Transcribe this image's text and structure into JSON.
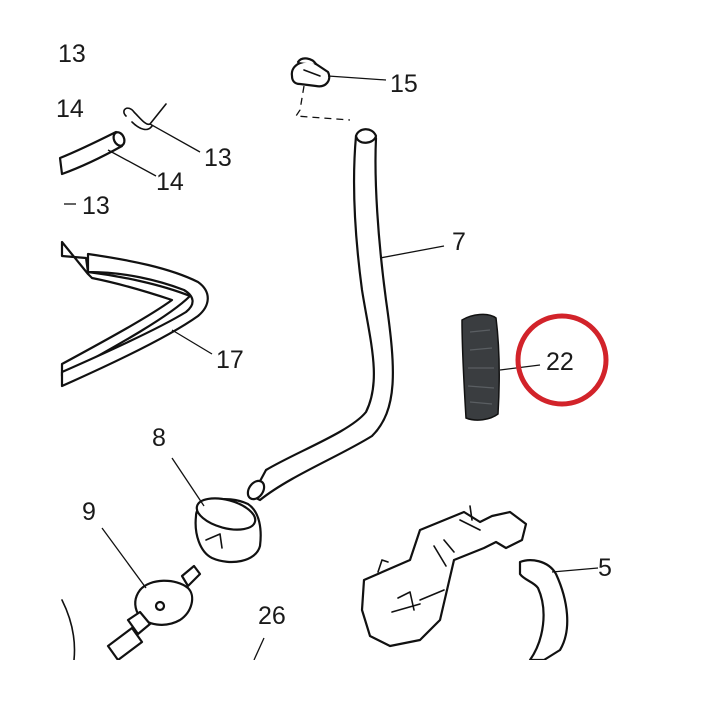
{
  "callouts": {
    "partial_top": "13",
    "c14a": "14",
    "c13a": "13",
    "c14b": "14",
    "c13b": "13",
    "c15": "15",
    "c7": "7",
    "c17": "17",
    "c22": "22",
    "c8": "8",
    "c9": "9",
    "c5": "5",
    "c26": "26"
  },
  "highlight": {
    "part": "22",
    "ring_color": "#d2232a"
  },
  "colors": {
    "line": "#111111",
    "hose_22_fill": "#3a3d40",
    "background": "#ffffff"
  }
}
